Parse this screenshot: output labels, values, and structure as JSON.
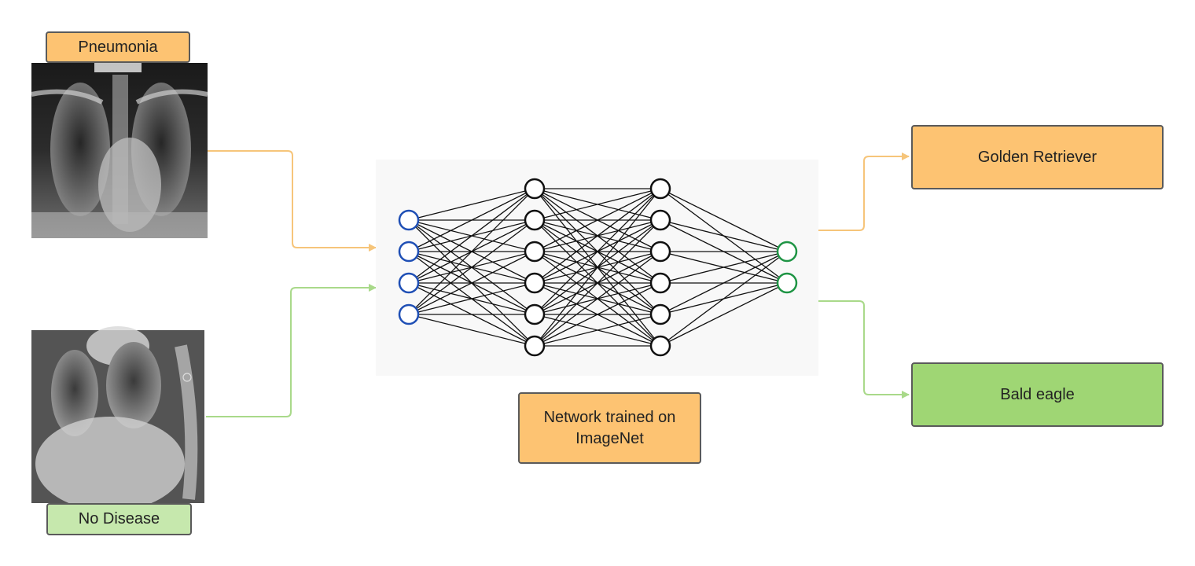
{
  "images": {
    "top_label": "Pneumonia",
    "bottom_label": "No Disease"
  },
  "network": {
    "caption_line1": "Network trained on",
    "caption_line2": "ImageNet",
    "layers": [
      4,
      6,
      6,
      2
    ]
  },
  "outputs": {
    "top": "Golden Retriever",
    "bottom": "Bald eagle"
  },
  "colors": {
    "orange": "#fdc372",
    "orange_line": "#f6c57a",
    "green": "#9fd674",
    "green_soft": "#c6e8ad",
    "green_line": "#a9d98a",
    "input_node": "#1f4fb5",
    "hidden_node": "#111111",
    "output_node": "#1e9444"
  }
}
